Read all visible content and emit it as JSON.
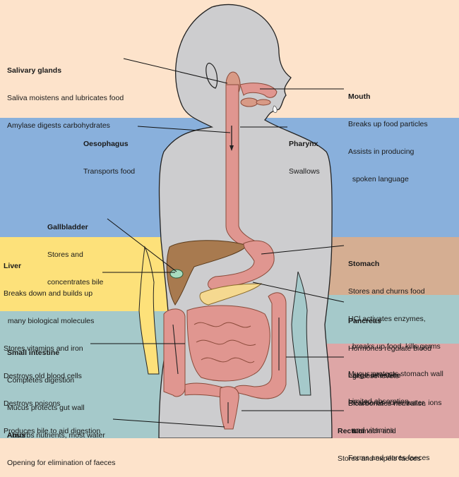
{
  "colors": {
    "head_band": "#fde3cb",
    "thorax_band": "#89b0dc",
    "liver_band": "#fde17a",
    "stomach_band": "#d5ae92",
    "intestine_band": "#a5c9ca",
    "large_intestine_band": "#dea6a6",
    "body": "#cdcdcf",
    "tract": "#e09690",
    "liver": "#a87a4f",
    "gallbladder": "#a8dcc0",
    "pancreas": "#f5d990"
  },
  "labels": {
    "salivary_glands": {
      "title": "Salivary glands",
      "lines": [
        "Saliva moistens and lubricates food",
        "Amylase digests carbohydrates"
      ]
    },
    "mouth": {
      "title": "Mouth",
      "lines": [
        "Breaks up food particles",
        "Assists in producing",
        "  spoken language"
      ]
    },
    "oesophagus": {
      "title": "Oesophagus",
      "lines": [
        "Transports food"
      ]
    },
    "pharynx": {
      "title": "Pharynx",
      "lines": [
        "Swallows"
      ]
    },
    "gallbladder": {
      "title": "Gallbladder",
      "lines": [
        "Stores and",
        "concentrates bile"
      ]
    },
    "liver": {
      "title": "Liver",
      "lines": [
        "Breaks down and builds up",
        "  many biological molecules",
        "Stores vitamins and iron",
        "Destroys old blood cells",
        "Destroys poisons",
        "Produces bile to aid digestion"
      ]
    },
    "stomach": {
      "title": "Stomach",
      "lines": [
        "Stores and churns food",
        "HCl activates enzymes,",
        "  breaks up food, kills germs",
        "Mucus protects stomach wall",
        "Limited absorption"
      ]
    },
    "pancreas": {
      "title": "Pancreas",
      "lines": [
        "Hormones regulate blood",
        "  glucose levels",
        "Bicarbonates neutralise",
        "  stomach acid"
      ]
    },
    "small_intestine": {
      "title": "Small intestine",
      "lines": [
        "Completes digestion",
        "Mucus protects gut wall",
        "Absorbs nutrients, most water"
      ]
    },
    "large_intestine": {
      "title": "Large intestine",
      "lines": [
        "Reabsorbs some water, ions",
        "  and vitamins",
        "Forms and stores faeces"
      ]
    },
    "rectum": {
      "title": "Rectum",
      "lines": [
        "Stores and expels faeces"
      ]
    },
    "anus": {
      "title": "Anus",
      "lines": [
        "Opening for elimination of faeces"
      ]
    }
  }
}
